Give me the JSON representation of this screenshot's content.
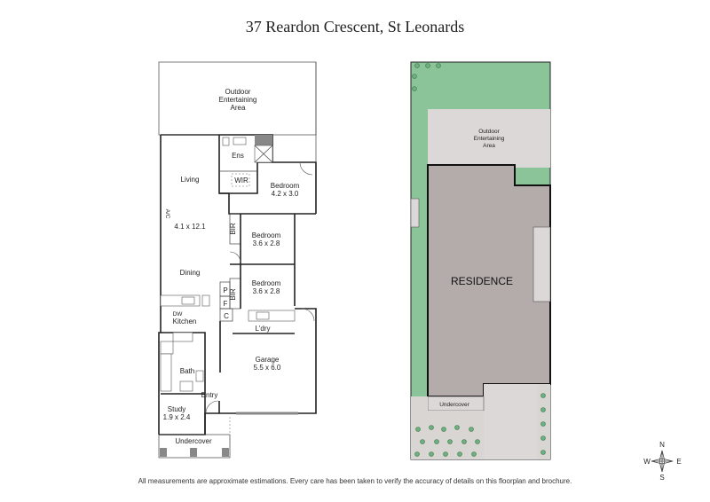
{
  "title": "37 Reardon Crescent, St Leonards",
  "floorplan": {
    "outdoor_line1": "Outdoor",
    "outdoor_line2": "Entertaining",
    "outdoor_line3": "Area",
    "ensuite": "Ens",
    "wir": "WIR",
    "living": "Living",
    "living_size": "4.1 x 12.1",
    "ac": "A/C",
    "dining": "Dining",
    "kitchen": "Kitchen",
    "dw": "DW",
    "bedroom1": "Bedroom",
    "bedroom1_size": "4.2 x 3.0",
    "bedroom2": "Bedroom",
    "bedroom2_size": "3.6 x 2.8",
    "bedroom3": "Bedroom",
    "bedroom3_size": "3.6 x 2.8",
    "bir1": "BIR",
    "bir2": "BIR",
    "pantry": "P",
    "fridge": "F",
    "cupboard": "C",
    "laundry": "L'dry",
    "bath": "Bath",
    "entry": "Entry",
    "study": "Study",
    "study_size": "1.9 x 2.4",
    "garage": "Garage",
    "garage_size": "5.5 x 6.0",
    "undercover": "Undercover"
  },
  "siteplan": {
    "outdoor_line1": "Outdoor",
    "outdoor_line2": "Entertaining",
    "outdoor_line3": "Area",
    "residence": "RESIDENCE",
    "undercover": "Undercover",
    "lawn_color": "#8cc49a",
    "residence_color": "#b3acaa",
    "outdoor_color": "#dcd8d7"
  },
  "compass": {
    "n": "N",
    "s": "S",
    "e": "E",
    "w": "W"
  },
  "footer": "All measurements are approximate estimations. Every care has been taken to verify the accuracy of details on this floorplan and brochure."
}
